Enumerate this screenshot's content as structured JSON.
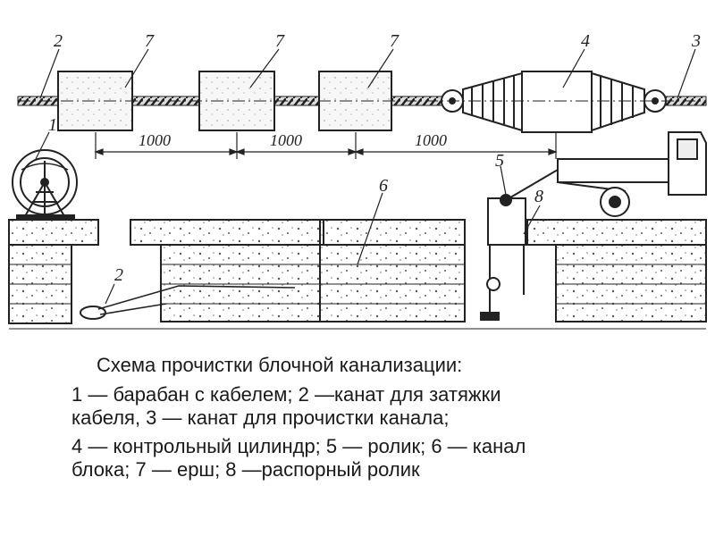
{
  "figure": {
    "callouts": {
      "n1": "1",
      "n2_top": "2",
      "n2_bottom": "2",
      "n3": "3",
      "n4": "4",
      "n5": "5",
      "n6": "6",
      "n7_a": "7",
      "n7_b": "7",
      "n7_c": "7",
      "n8": "8"
    },
    "dimensions": {
      "d1": "1000",
      "d2": "1000",
      "d3": "1000"
    }
  },
  "caption": {
    "title": "Схема прочистки блочной канализации:",
    "line1": "1 — барабан с кабелем; 2 —канат для затяжки",
    "line2": "кабеля, 3 — канат для прочистки канала;",
    "line3": "4 — контрольный цилиндр;  5 — ролик;  6 — канал",
    "line4": "блока;  7 — ерш;  8  —распорный ролик"
  }
}
